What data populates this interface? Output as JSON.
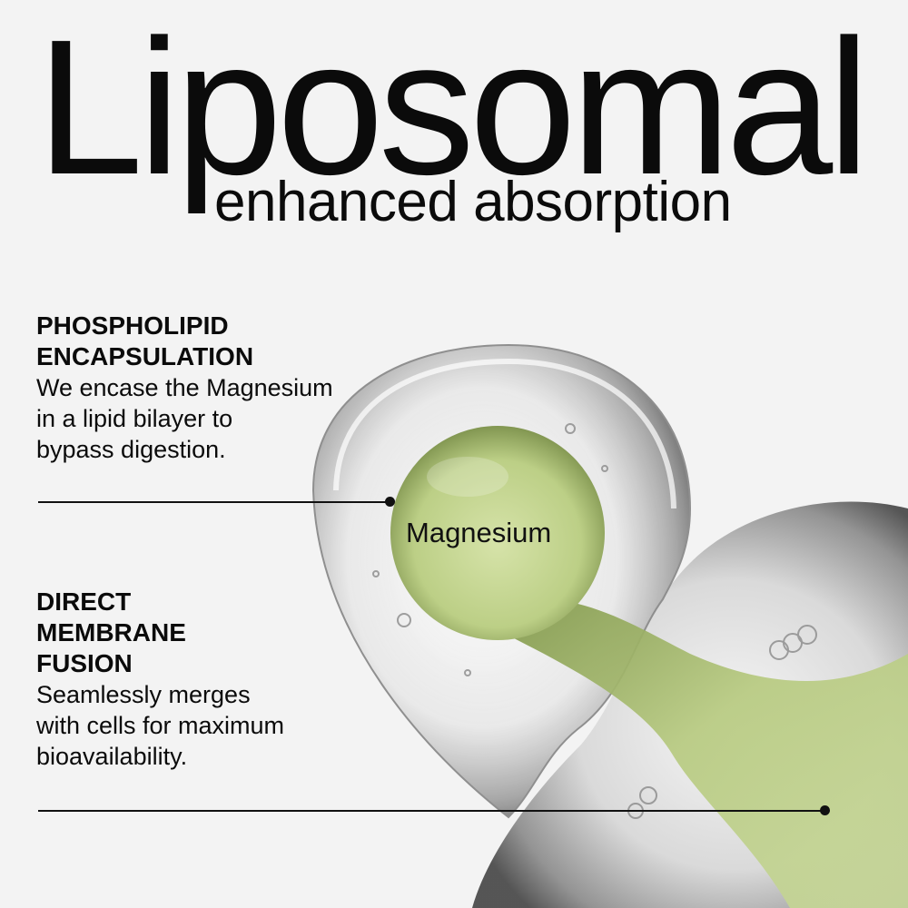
{
  "heading": {
    "title": "Liposomal",
    "subtitle": "enhanced absorption"
  },
  "features": [
    {
      "title": "PHOSPHOLIPID\nENCAPSULATION",
      "body": "We encase the Magnesium\nin a lipid bilayer to\nbypass digestion."
    },
    {
      "title": "DIRECT\nMEMBRANE\nFUSION",
      "body": "Seamlessly merges\nwith cells for maximum\nbioavailability."
    }
  ],
  "illustration": {
    "core_label": "Magnesium",
    "colors": {
      "background": "#f3f3f3",
      "shell": "#9a9a9a",
      "core": "#c7d89a",
      "core_dark": "#7f9648"
    }
  }
}
